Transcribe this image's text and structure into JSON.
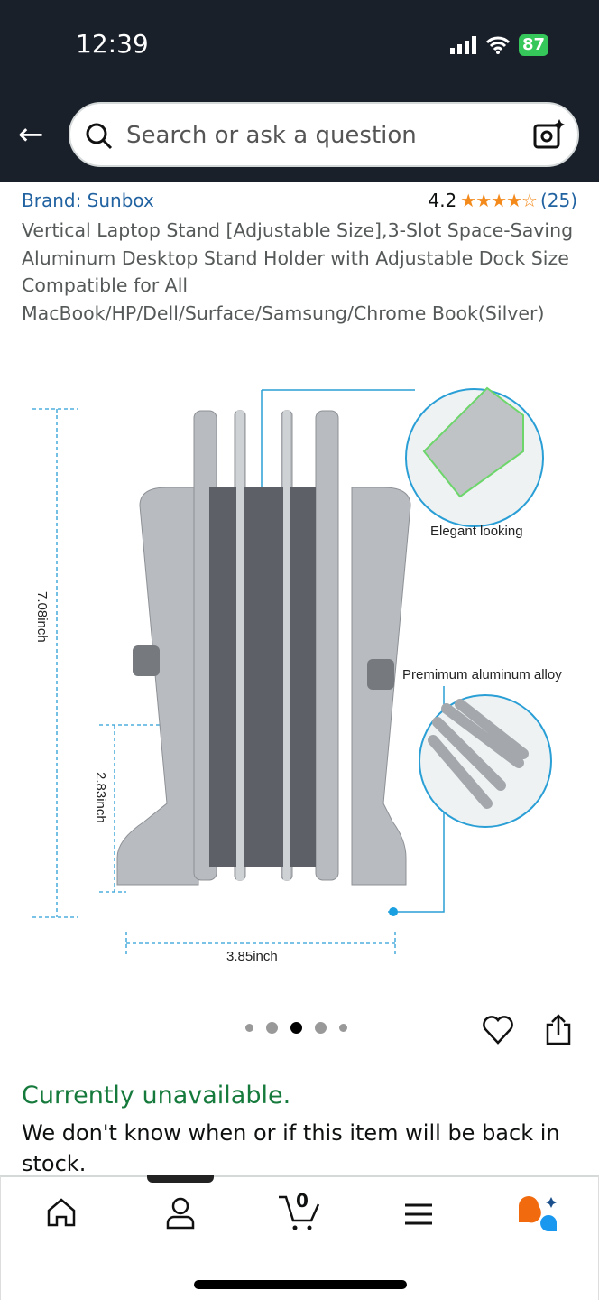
{
  "status_bar": {
    "time": "12:39",
    "battery": "87"
  },
  "search": {
    "placeholder": "Search or ask a question"
  },
  "product": {
    "brand": "Brand: Sunbox",
    "rating": "4.2",
    "stars": "★★★★☆",
    "review_count": "(25)",
    "rating_value": 4.2,
    "title": "Vertical Laptop Stand [Adjustable Size],3-Slot Space-Saving Aluminum Desktop Stand Holder with Adjustable Dock Size Compatible for All MacBook/HP/Dell/Surface/Samsung/Chrome Book(Silver)"
  },
  "image": {
    "label_height": "7.08inch",
    "label_inner": "2.83inch",
    "label_width": "3.85inch",
    "callout_top": "Elegant looking",
    "callout_mid": "Premimum aluminum alloy",
    "current_index": 3,
    "total": 5
  },
  "availability": {
    "status": "Currently unavailable.",
    "message": "We don't know when or if this item will be back in stock."
  },
  "bottom_nav": {
    "cart_count": "0",
    "items": [
      "home",
      "account",
      "cart",
      "menu",
      "rufus"
    ]
  },
  "colors": {
    "header": "#19202a",
    "link": "#2162a1",
    "star": "#f38a1b",
    "available": "#157a3c",
    "accent_blue": "#1aa0e0"
  }
}
